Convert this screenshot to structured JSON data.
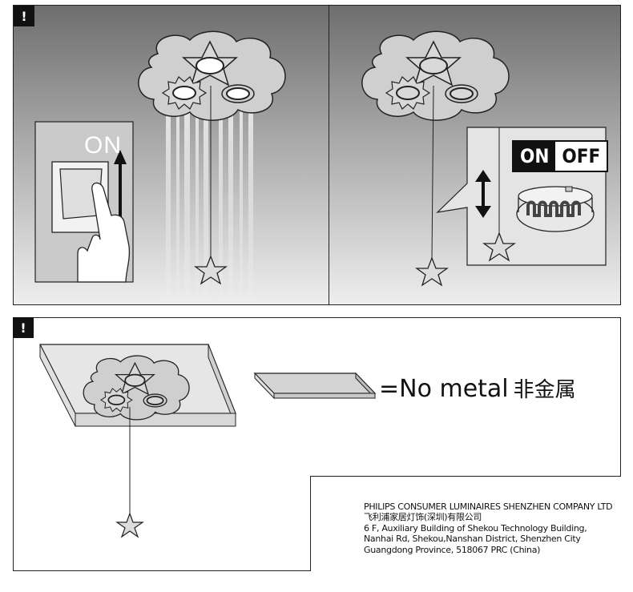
{
  "panels": {
    "badge": "!",
    "switch_label": "ON",
    "toggle": {
      "on": "ON",
      "off": "OFF"
    },
    "no_metal": "=No metal",
    "no_metal_cn": "非金属"
  },
  "address": {
    "company": "PHILIPS CONSUMER LUMINAIRES SHENZHEN COMPANY LTD",
    "company_cn": "飞利浦家居灯饰(深圳)有限公司",
    "line1": "6 F, Auxiliary Building of Shekou Technology Building,",
    "line2": "Nanhai Rd, Shekou,Nanshan District, Shenzhen City",
    "line3": "Guangdong Province, 518067 PRC (China)"
  },
  "icons": [
    "exclamation-badge-icon",
    "wall-switch-icon",
    "hand-icon",
    "up-arrow-icon",
    "double-arrow-icon",
    "pull-star-icon",
    "cloud-lamp-icon",
    "magnet-base-icon",
    "metal-plate-icon"
  ]
}
